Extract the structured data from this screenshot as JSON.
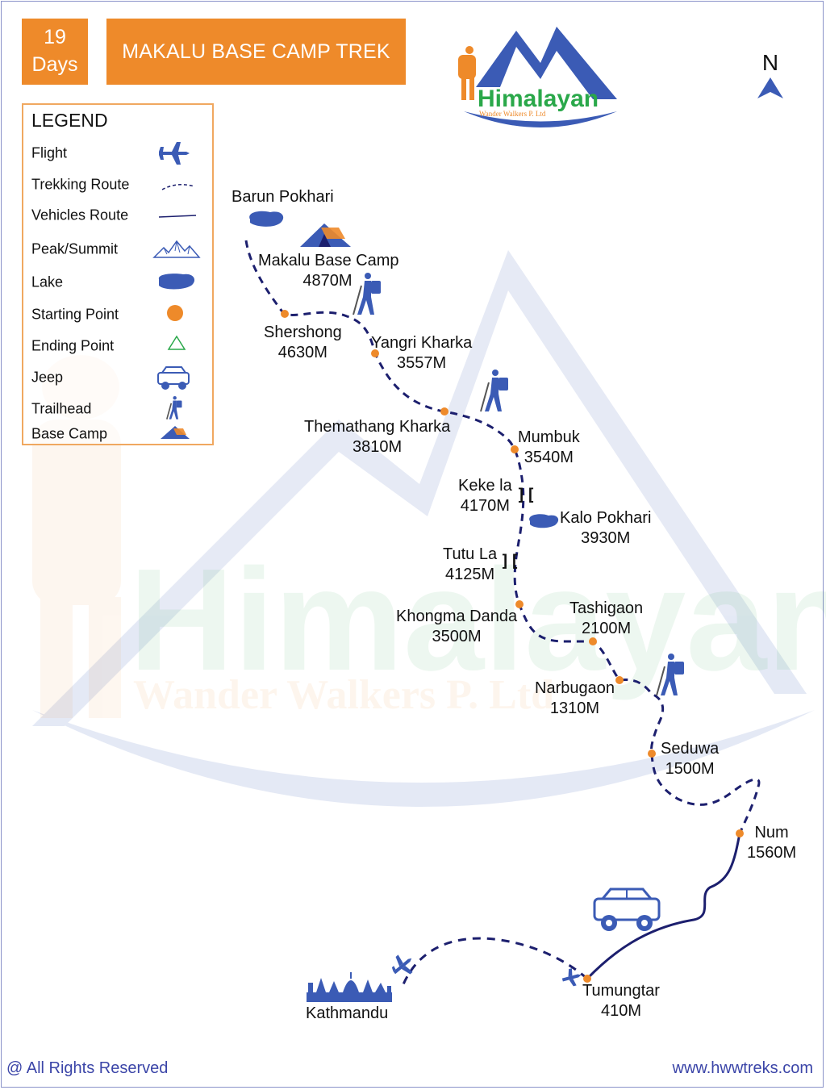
{
  "header": {
    "days_number": "19",
    "days_label": "Days",
    "title": "MAKALU BASE CAMP TREK"
  },
  "logo": {
    "name": "Himalayan",
    "sub": "Wander Walkers P. Ltd",
    "watermark_main": "Himalayan",
    "watermark_sub": "Wander Walkers P. Ltd"
  },
  "north_label": "N",
  "legend": {
    "title": "LEGEND",
    "items": [
      {
        "label": "Flight",
        "icon": "airplane-icon"
      },
      {
        "label": "Trekking Route",
        "icon": "dashed-line-icon"
      },
      {
        "label": "Vehicles Route",
        "icon": "solid-line-icon"
      },
      {
        "label": "Peak/Summit",
        "icon": "mountain-peaks-icon"
      },
      {
        "label": "Lake",
        "icon": "lake-icon"
      },
      {
        "label": "Starting Point",
        "icon": "orange-circle-icon"
      },
      {
        "label": "Ending Point",
        "icon": "green-triangle-icon"
      },
      {
        "label": "Jeep",
        "icon": "jeep-icon"
      },
      {
        "label": "Trailhead",
        "icon": "hiker-icon"
      },
      {
        "label": "Base Camp",
        "icon": "tent-icon"
      }
    ]
  },
  "places": {
    "barun_pokhari": {
      "name": "Barun Pokhari",
      "elev": ""
    },
    "makalu_base_camp": {
      "name": "Makalu Base Camp",
      "elev": "4870M"
    },
    "shershong": {
      "name": "Shershong",
      "elev": "4630M"
    },
    "yangri_kharka": {
      "name": "Yangri Kharka",
      "elev": "3557M"
    },
    "themathang_kharka": {
      "name": "Themathang Kharka",
      "elev": "3810M"
    },
    "mumbuk": {
      "name": "Mumbuk",
      "elev": "3540M"
    },
    "keke_la": {
      "name": "Keke la",
      "elev": "4170M"
    },
    "kalo_pokhari": {
      "name": "Kalo Pokhari",
      "elev": "3930M"
    },
    "tutu_la": {
      "name": "Tutu La",
      "elev": "4125M"
    },
    "khongma_danda": {
      "name": "Khongma Danda",
      "elev": "3500M"
    },
    "tashigaon": {
      "name": "Tashigaon",
      "elev": "2100M"
    },
    "narbugaon": {
      "name": "Narbugaon",
      "elev": "1310M"
    },
    "seduwa": {
      "name": "Seduwa",
      "elev": "1500M"
    },
    "num": {
      "name": "Num",
      "elev": "1560M"
    },
    "tumungtar": {
      "name": "Tumungtar",
      "elev": "410M"
    },
    "kathmandu": {
      "name": "Kathmandu",
      "elev": ""
    }
  },
  "colors": {
    "orange": "#ee8a2a",
    "navy": "#1c1f6e",
    "blue": "#3b5bb5",
    "green": "#2aa84a"
  },
  "footer": {
    "copyright": "@ All Rights Reserved",
    "website": "www.hwwtreks.com"
  }
}
